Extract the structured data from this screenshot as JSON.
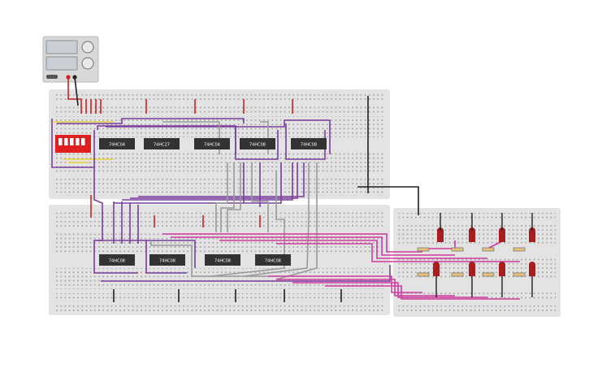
{
  "power_supply": {
    "name": "dc-power-supply"
  },
  "top_breadboard": {
    "chips": [
      {
        "label": "74HC04"
      },
      {
        "label": "74HC27"
      },
      {
        "label": "74HC04"
      },
      {
        "label": "74HC08"
      },
      {
        "label": "74HC08"
      }
    ]
  },
  "bottom_breadboard": {
    "chips": [
      {
        "label": "74HC08"
      },
      {
        "label": "74HC08"
      },
      {
        "label": "74HC08"
      },
      {
        "label": "74HC08"
      }
    ]
  },
  "colors": {
    "board": "#e3e3e3",
    "chip": "#333333",
    "dip_switch": "#e02020",
    "wire_purple": "#7a3d9c",
    "wire_gray": "#9a9a9a",
    "wire_magenta": "#d03aa0",
    "wire_red": "#d42020",
    "wire_black": "#202020",
    "wire_yellow": "#e8d23a",
    "led": "#a81e1e"
  }
}
